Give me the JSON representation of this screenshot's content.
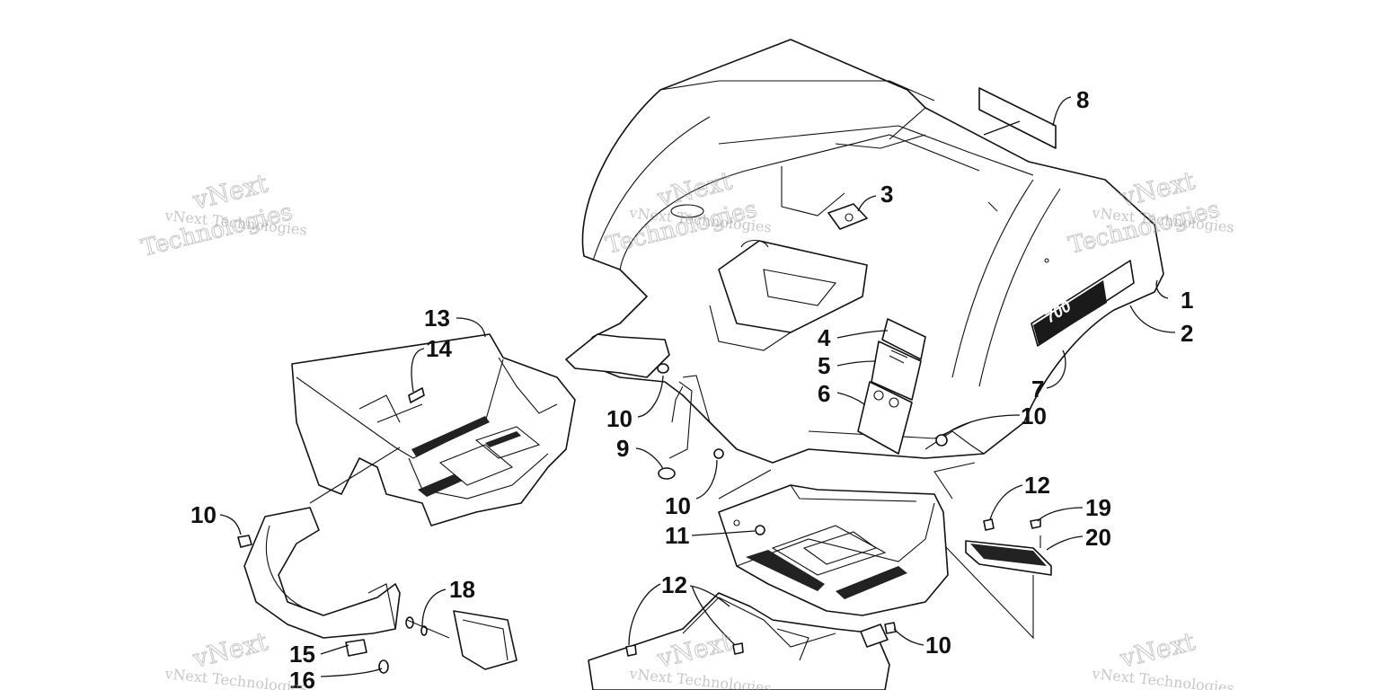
{
  "watermark": {
    "small": "vNext Technologies",
    "top": "vNext",
    "bottom": "Technologies",
    "color": "#9a9a9a"
  },
  "callouts": {
    "c1": "1",
    "c2": "2",
    "c3": "3",
    "c4": "4",
    "c5": "5",
    "c6": "6",
    "c7": "7",
    "c8": "8",
    "c9": "9",
    "c10a": "10",
    "c10b": "10",
    "c10c": "10",
    "c10d": "10",
    "c10e": "10",
    "c11": "11",
    "c12a": "12",
    "c12b": "12",
    "c13": "13",
    "c14": "14",
    "c15": "15",
    "c16": "16",
    "c18": "18",
    "c19": "19",
    "c20": "20"
  },
  "decal_logo": {
    "text": "700"
  },
  "line_color": "#111111"
}
